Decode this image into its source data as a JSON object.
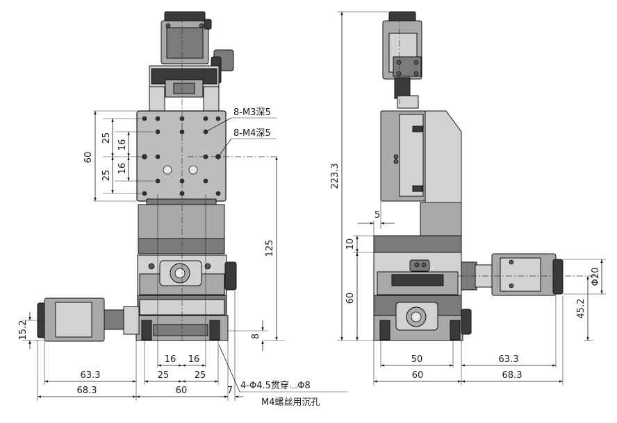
{
  "front_view": {
    "notes": {
      "m3": "8-M3深5",
      "m4": "8-M4深5",
      "bottom_hole_1": "4-Φ4.5贯穿",
      "bottom_hole_cb": "Φ8",
      "bottom_hole_2": "M4螺丝用沉孔"
    },
    "dims": {
      "d60_left": "60",
      "d25_a": "25",
      "d16_a": "16",
      "d16_b": "16",
      "d25_b": "25",
      "d125": "125",
      "d8": "8",
      "d15_2": "15.2",
      "d16_c": "16",
      "d16_d": "16",
      "d25_c": "25",
      "d25_d": "25",
      "d63_3": "63.3",
      "d60_bottom": "60",
      "d68_3": "68.3",
      "d7": "7"
    }
  },
  "side_view": {
    "dims": {
      "d223_3": "223.3",
      "d5": "5",
      "d10": "10",
      "d60_left": "60",
      "d20": "Φ20",
      "d45_2": "45.2",
      "d50": "50",
      "d60_bottom": "60",
      "d63_3": "63.3",
      "d68_3": "68.3"
    }
  }
}
